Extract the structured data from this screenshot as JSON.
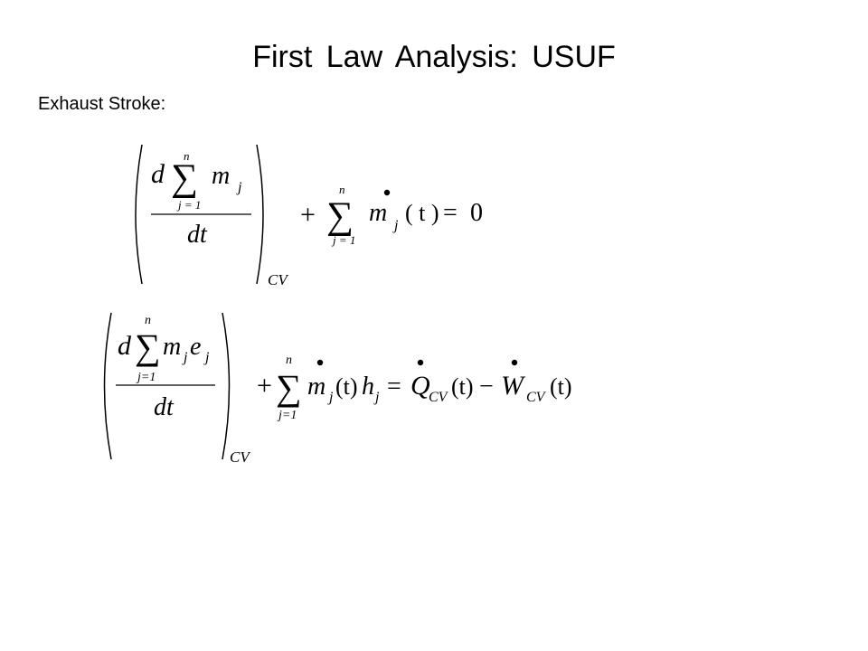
{
  "slide": {
    "title": "First Law Analysis: USUF",
    "subtitle": "Exhaust Stroke:"
  },
  "equation1": {
    "num_d": "d",
    "sum_upper": "n",
    "sum_lower": "j = 1",
    "num_var": "m",
    "num_sub": "j",
    "den": "dt",
    "cv_sub": "CV",
    "plus": "+",
    "rhs_var": "m",
    "rhs_sub": "j",
    "rhs_arg": "( t )",
    "equals": "=",
    "zero": "0"
  },
  "equation2": {
    "num_d": "d",
    "sum_upper": "n",
    "sum_lower": "j=1",
    "num_m": "m",
    "num_m_sub": "j",
    "num_e": "e",
    "num_e_sub": "j",
    "den": "dt",
    "cv_sub": "CV",
    "plus": "+",
    "rhs_m": "m",
    "rhs_m_sub": "j",
    "rhs_t1": "(t)",
    "rhs_h": "h",
    "rhs_h_sub": "j",
    "equals": "=",
    "q": "Q",
    "q_sub": "CV",
    "t2": "(t)",
    "minus": "−",
    "w": "W",
    "w_sub": "CV",
    "t3": "(t)"
  }
}
